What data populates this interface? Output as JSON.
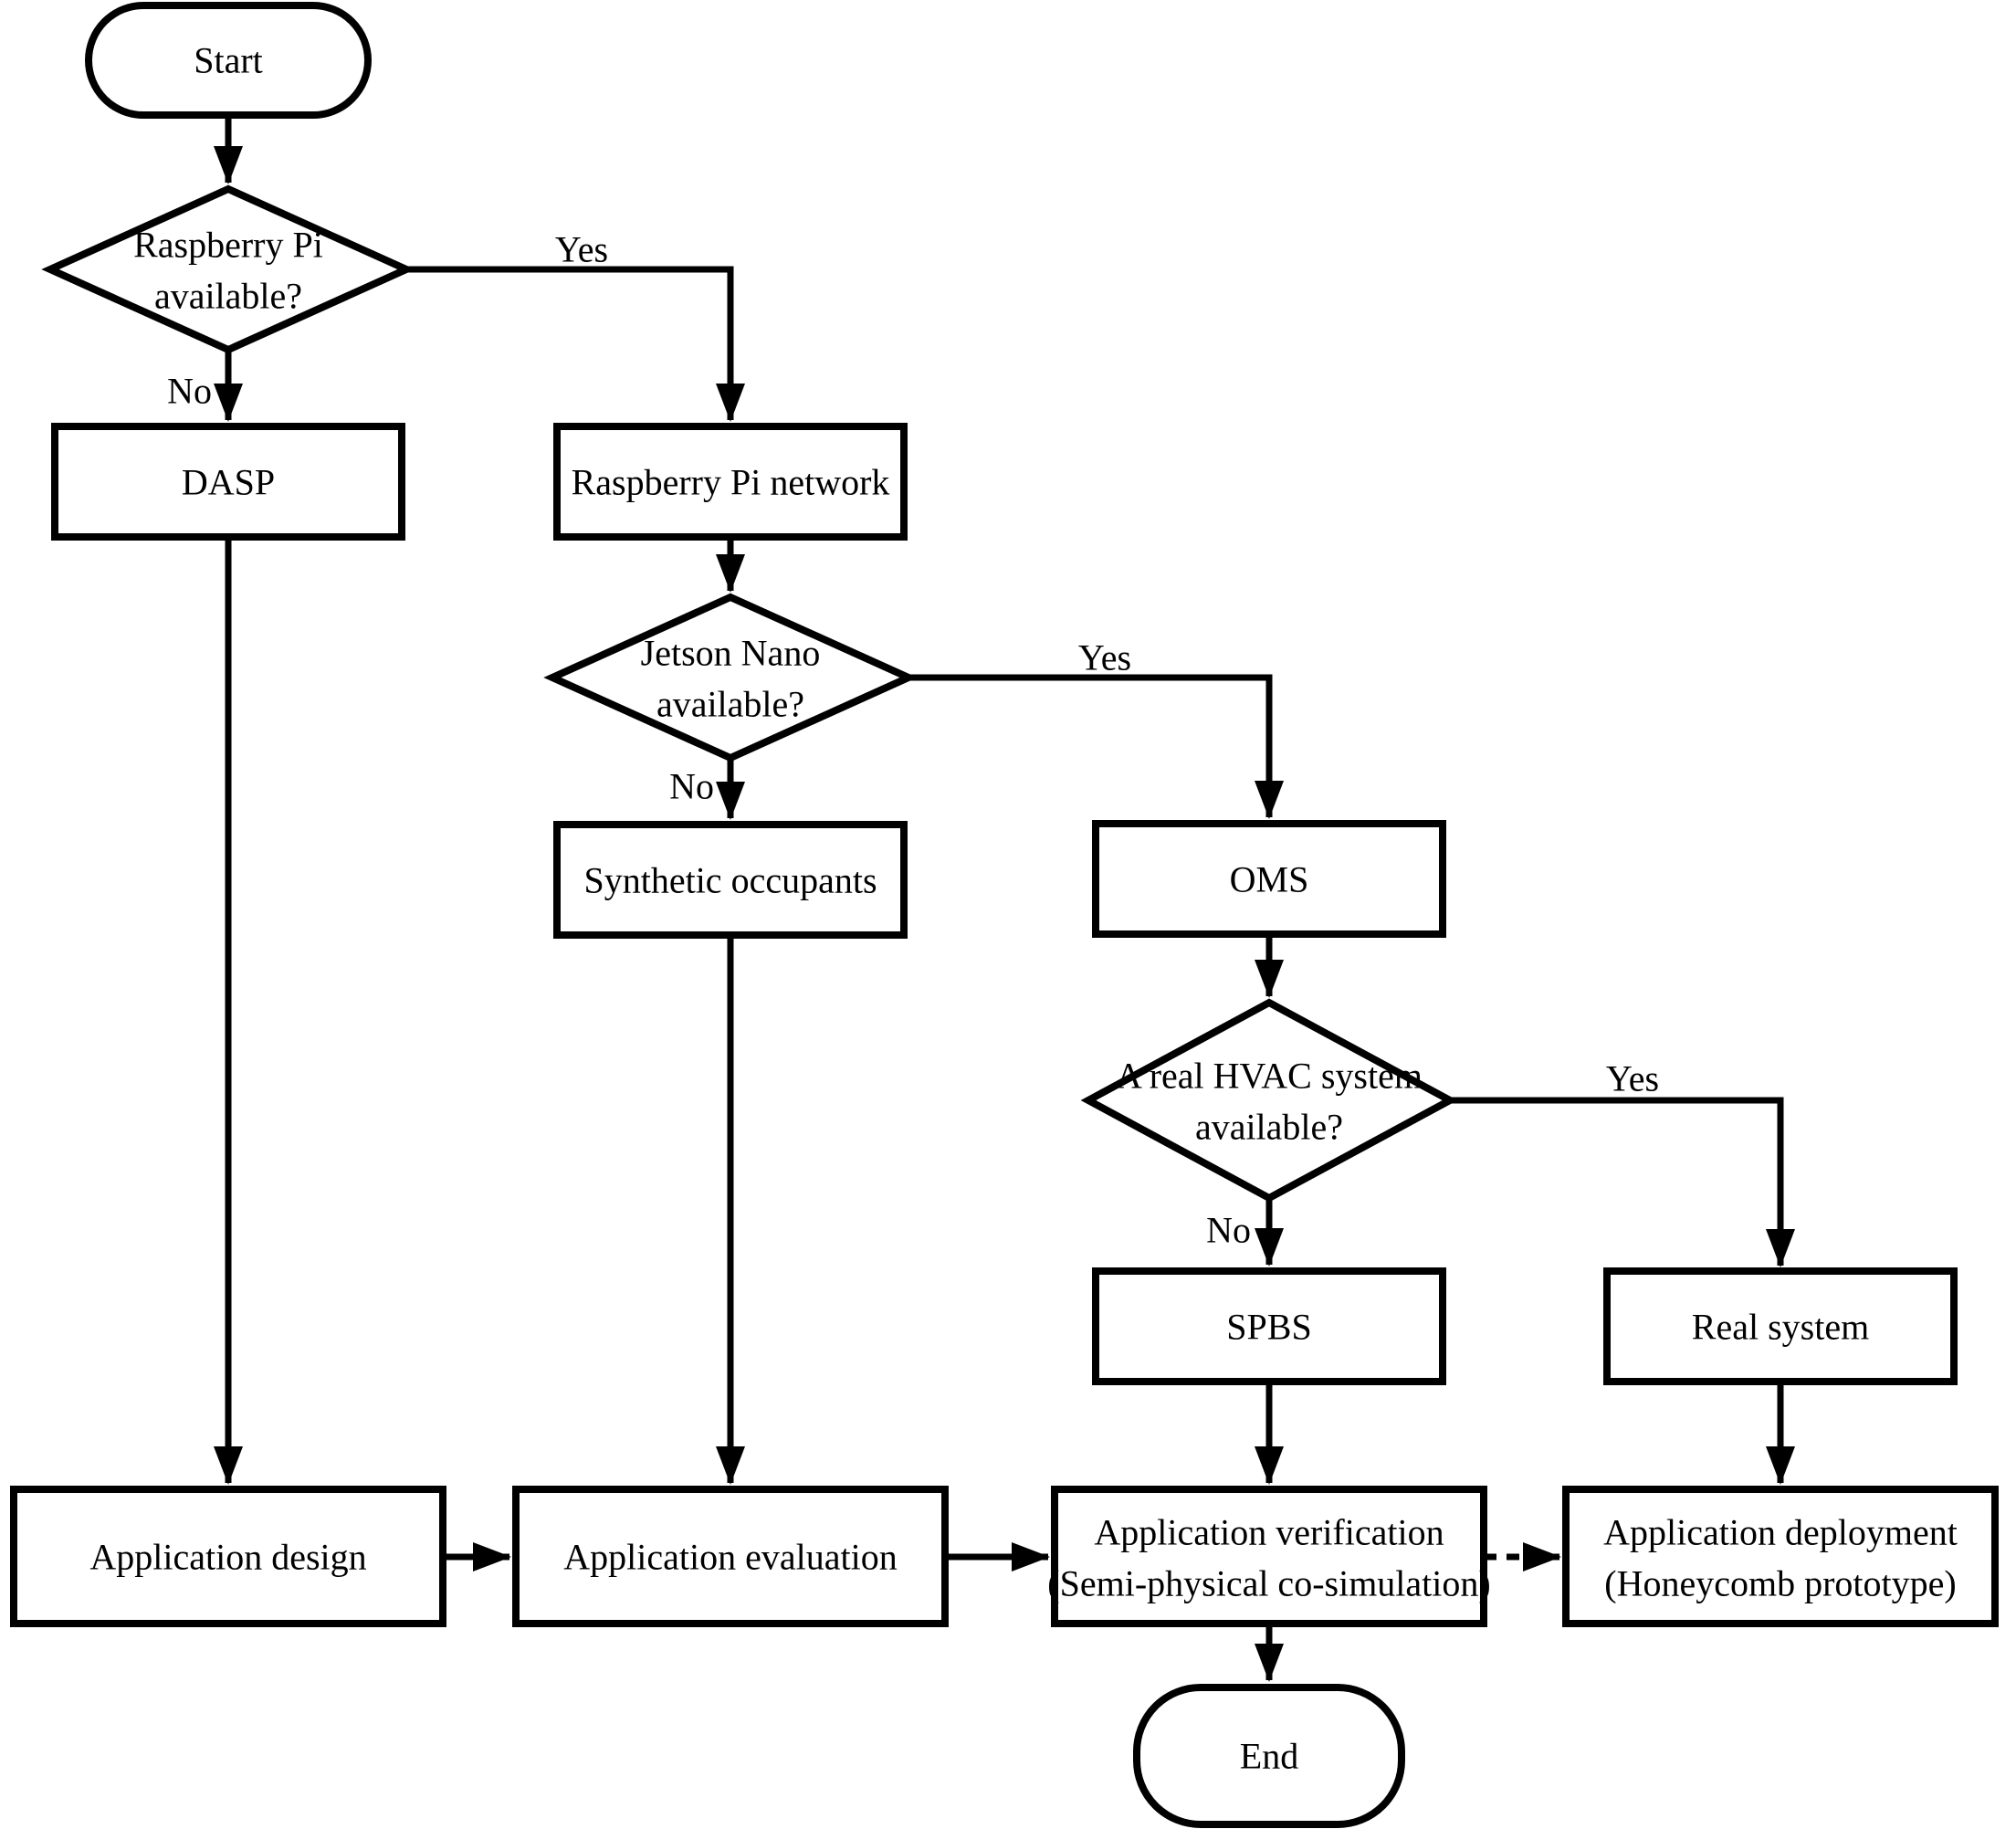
{
  "flowchart": {
    "background_color": "#ffffff",
    "line_color": "#000000",
    "nodes": {
      "start": {
        "label": "Start"
      },
      "decision_raspberry_pi": {
        "line1": "Raspberry Pi",
        "line2": "available?"
      },
      "dasp": {
        "label": "DASP"
      },
      "raspberry_pi_network": {
        "label": "Raspberry Pi network"
      },
      "decision_jetson_nano": {
        "line1": "Jetson Nano",
        "line2": "available?"
      },
      "synthetic_occupants": {
        "label": "Synthetic occupants"
      },
      "oms": {
        "label": "OMS"
      },
      "decision_hvac": {
        "line1": "A real HVAC system",
        "line2": "available?"
      },
      "spbs": {
        "label": "SPBS"
      },
      "real_system": {
        "label": "Real system"
      },
      "application_design": {
        "label": "Application design"
      },
      "application_evaluation": {
        "label": "Application evaluation"
      },
      "application_verification": {
        "line1": "Application verification",
        "line2": "(Semi-physical co-simulation)"
      },
      "application_deployment": {
        "line1": "Application deployment",
        "line2": "(Honeycomb prototype)"
      },
      "end": {
        "label": "End"
      }
    },
    "edge_labels": {
      "raspberry_pi_yes": "Yes",
      "raspberry_pi_no": "No",
      "jetson_nano_yes": "Yes",
      "jetson_nano_no": "No",
      "hvac_yes": "Yes",
      "hvac_no": "No"
    }
  }
}
